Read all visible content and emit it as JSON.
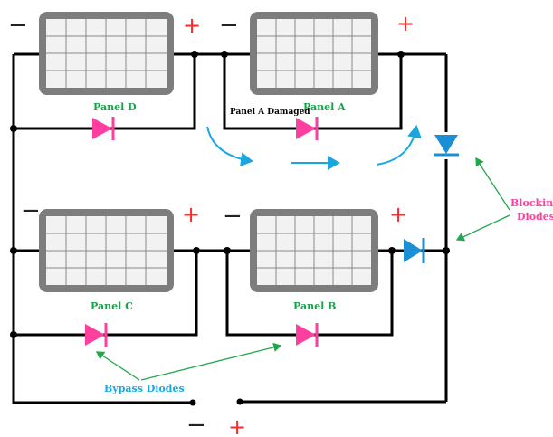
{
  "colors": {
    "bypass_diode": "#ff3fa0",
    "blocking_diode": "#1a8fd6",
    "panel_label": "#16a34a",
    "positive_sign": "#ff2a2a",
    "current_arrow": "#1aa7e0"
  },
  "panels": [
    {
      "id": "D",
      "label": "Panel D"
    },
    {
      "id": "A",
      "label": "Panel A"
    },
    {
      "id": "C",
      "label": "Panel C"
    },
    {
      "id": "B",
      "label": "Panel B"
    }
  ],
  "annotations": {
    "damaged": "Panel A Damaged",
    "bypass_diodes": "Bypass Diodes",
    "blocking_line1": "Blocking",
    "blocking_line2": "Diodes"
  },
  "signs": {
    "positive": "+",
    "negative": "−"
  }
}
